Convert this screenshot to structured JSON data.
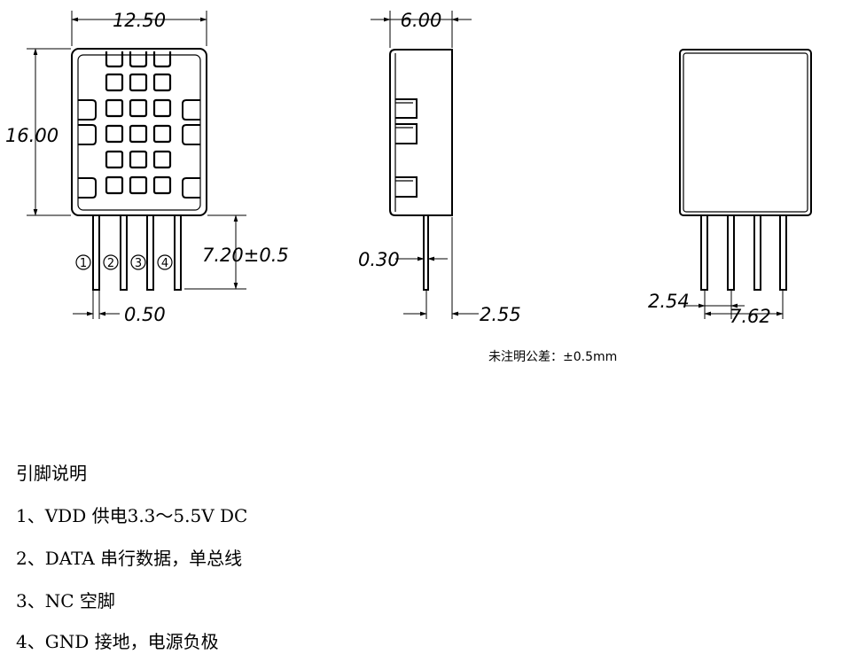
{
  "dimensions": {
    "width": "12.50",
    "height": "16.00",
    "pin_length": "7.20±0.5",
    "pin_width": "0.50",
    "depth": "6.00",
    "pin_thickness": "0.30",
    "pin_offset": "2.55",
    "pin_pitch": "2.54",
    "pin_span": "7.62"
  },
  "pin_markers": [
    "①",
    "②",
    "③",
    "④"
  ],
  "tolerance_note": "未注明公差：±0.5mm",
  "pin_description": {
    "title": "引脚说明",
    "items": [
      "1、VDD  供电3.3～5.5V DC",
      "2、DATA 串行数据，单总线",
      "3、NC  空脚",
      "4、GND  接地，电源负极"
    ]
  }
}
